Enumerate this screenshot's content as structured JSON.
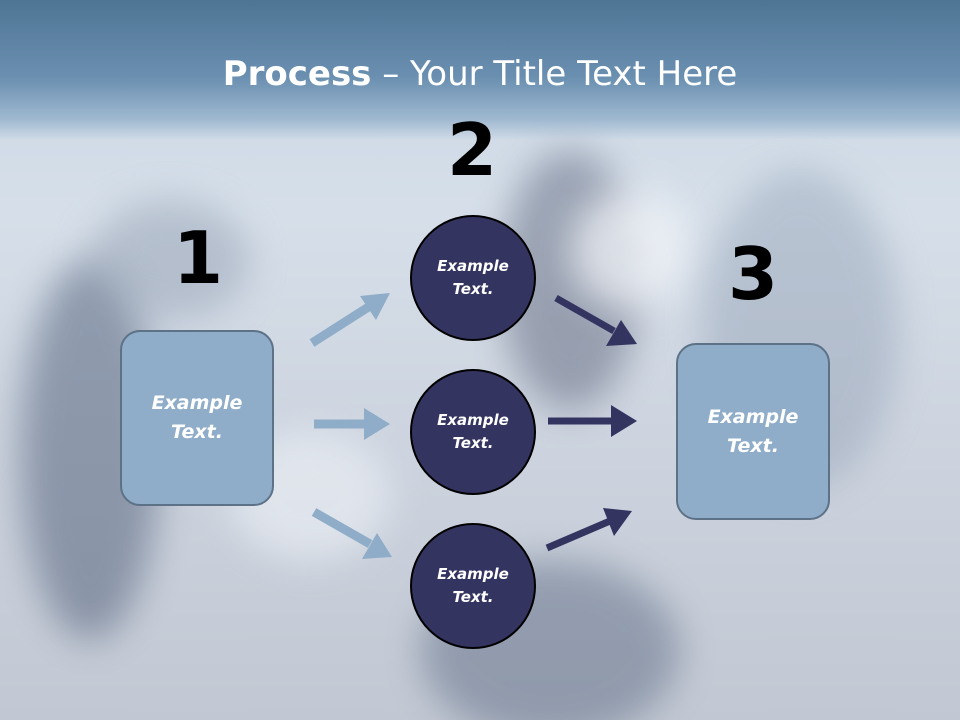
{
  "title": {
    "bold": "Process",
    "rest": " – Your Title Text Here"
  },
  "steps": {
    "one": "1",
    "two": "2",
    "three": "3"
  },
  "left_box": {
    "line1": "Example",
    "line2": "Text."
  },
  "right_box": {
    "line1": "Example",
    "line2": "Text."
  },
  "circles": [
    {
      "line1": "Example",
      "line2": "Text."
    },
    {
      "line1": "Example",
      "line2": "Text."
    },
    {
      "line1": "Example",
      "line2": "Text."
    }
  ],
  "colors": {
    "light_arrow": "#8fadc8",
    "dark_arrow": "#343461",
    "box_fill": "#8fadc8",
    "circle_fill": "#343461"
  }
}
